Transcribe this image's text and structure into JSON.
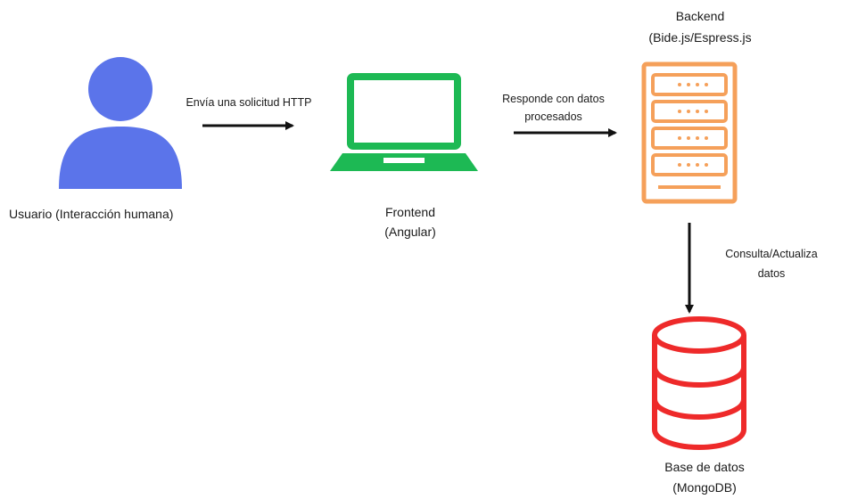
{
  "nodes": {
    "user": {
      "label": "Usuario  (Interacción humana)",
      "icon": "user-icon",
      "color": "#5b74ea"
    },
    "frontend": {
      "line1": "Frontend",
      "line2": "(Angular)",
      "icon": "laptop-icon",
      "color": "#1db954"
    },
    "backend": {
      "line1": "Backend",
      "line2": "(Bide.js/Espress.js",
      "icon": "server-icon",
      "color": "#f5a05a"
    },
    "database": {
      "line1": "Base de datos",
      "line2": "(MongoDB)",
      "icon": "database-icon",
      "color": "#ee2a2a"
    }
  },
  "edges": {
    "user_to_frontend": {
      "label": "Envía una solicitud HTTP"
    },
    "frontend_to_backend": {
      "line1": "Responde con datos",
      "line2": "procesados"
    },
    "backend_to_database": {
      "line1": "Consulta/Actualiza",
      "line2": "datos"
    }
  }
}
